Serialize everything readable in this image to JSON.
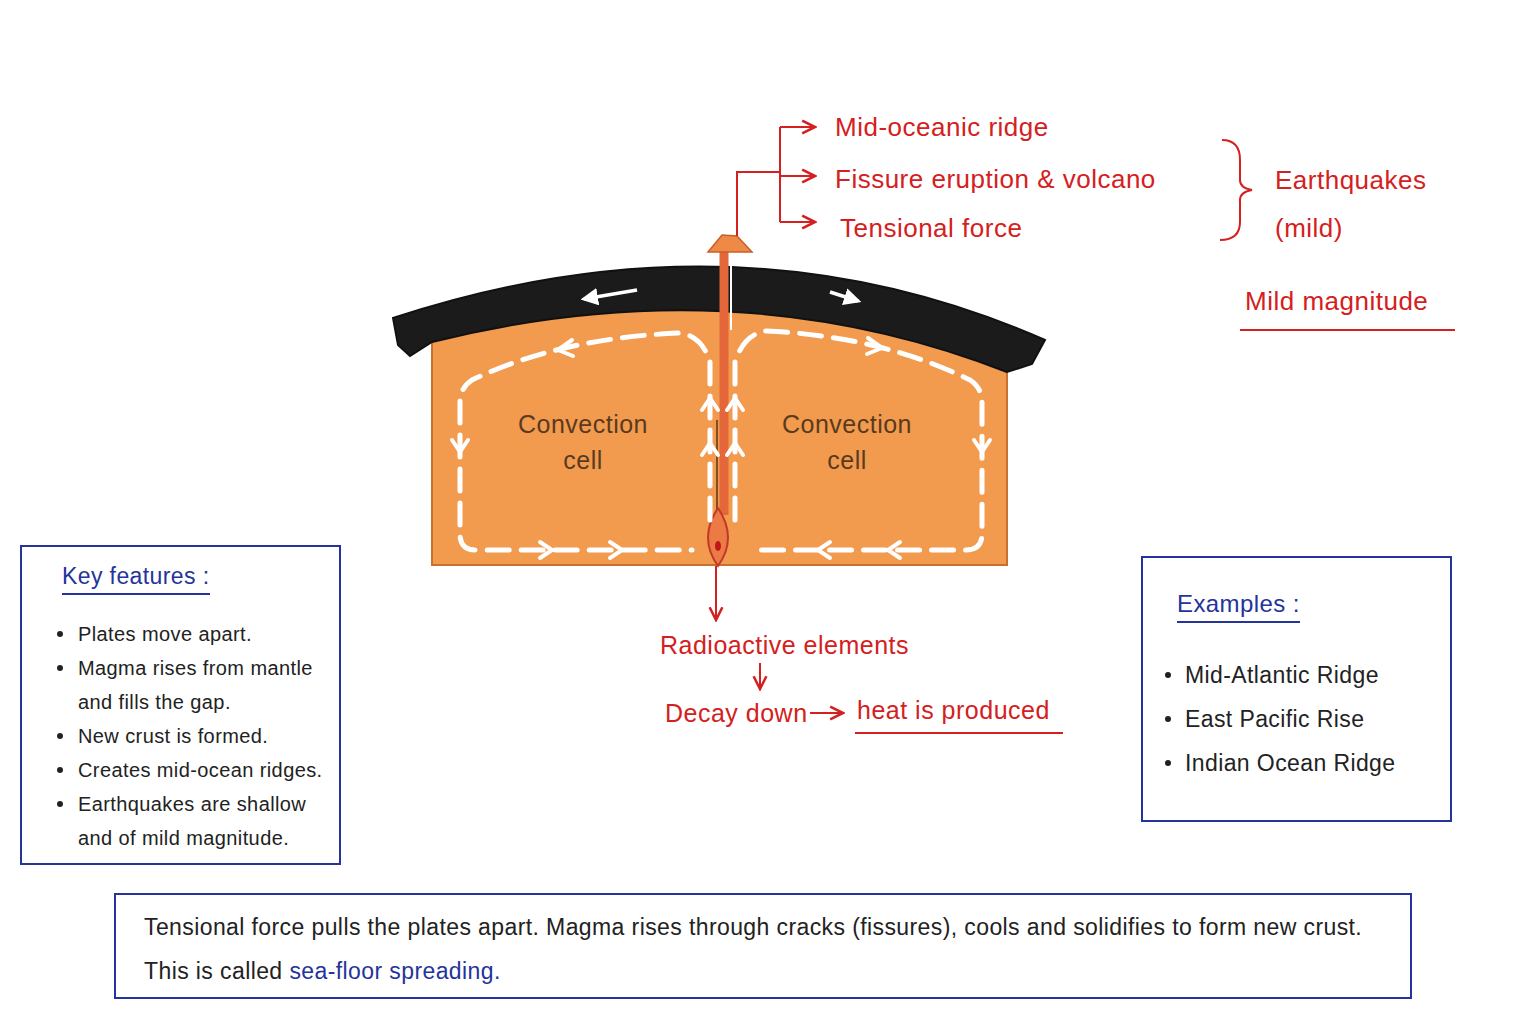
{
  "diagram": {
    "nodes": [
      {
        "text": [
          "Key features :",
          "Plates move apart.",
          "Magma rises from mantle and fills the gap.",
          "New crust is formed.",
          "Creates mid-ocean ridges.",
          "Earthquakes are shallow and of mild magnitude."
        ]
      },
      {
        "text": [
          "Examples :",
          "Mid-Atlantic Ridge",
          "East Pacific Rise",
          "Indian Ocean Ridge"
        ]
      },
      {
        "text": [
          "Tensional force pulls the plates apart. Magma rises through cracks (fissures), cools and solidifies to form new crust. This is called",
          "sea-floor spreading."
        ]
      }
    ],
    "labels": [
      "Mid-oceanic ridge",
      "Fissure eruption & volcano",
      "Tensional force",
      "Earthquakes (mild)",
      "Mild magnitude",
      "Convection cell",
      "Convection cell",
      "Radioactive elements",
      "Decay down",
      "heat is produced"
    ]
  }
}
